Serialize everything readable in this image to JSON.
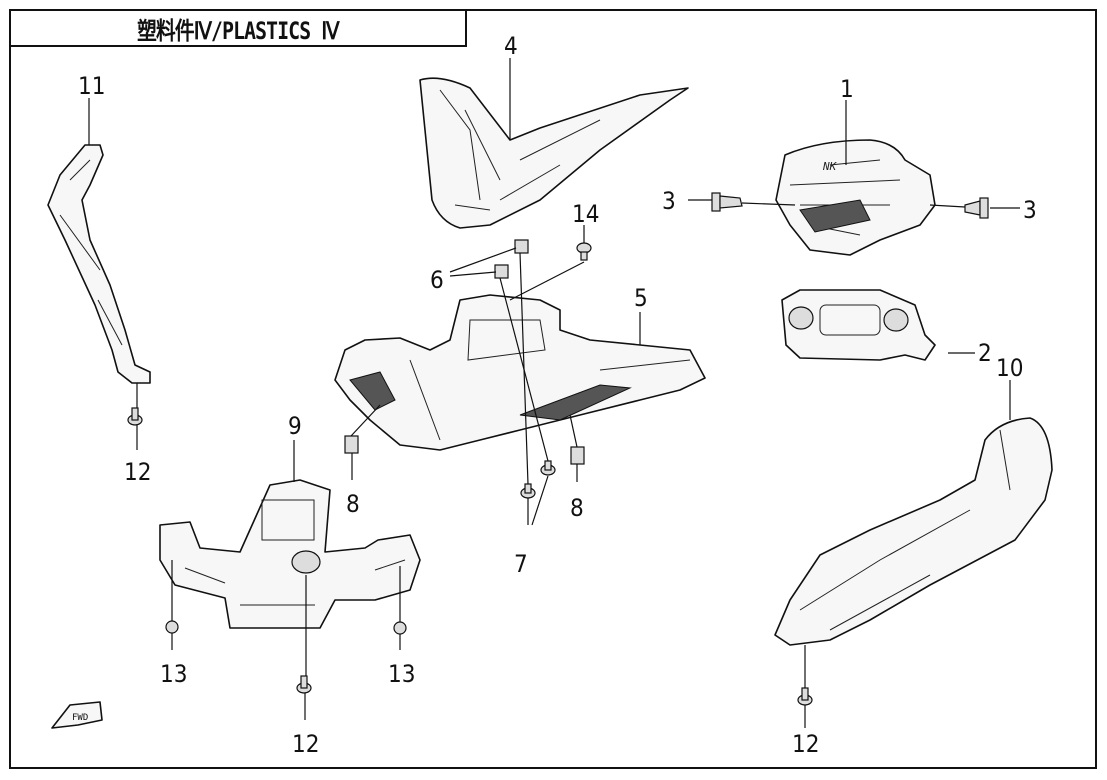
{
  "title": "塑料件Ⅳ/PLASTICS Ⅳ",
  "fwd_mark": "FWD",
  "callouts": [
    {
      "id": "c1",
      "label": "1"
    },
    {
      "id": "c2",
      "label": "2"
    },
    {
      "id": "c3a",
      "label": "3"
    },
    {
      "id": "c3b",
      "label": "3"
    },
    {
      "id": "c4",
      "label": "4"
    },
    {
      "id": "c5",
      "label": "5"
    },
    {
      "id": "c6",
      "label": "6"
    },
    {
      "id": "c7",
      "label": "7"
    },
    {
      "id": "c8a",
      "label": "8"
    },
    {
      "id": "c8b",
      "label": "8"
    },
    {
      "id": "c9",
      "label": "9"
    },
    {
      "id": "c10",
      "label": "10"
    },
    {
      "id": "c11",
      "label": "11"
    },
    {
      "id": "c12a",
      "label": "12"
    },
    {
      "id": "c12b",
      "label": "12"
    },
    {
      "id": "c12c",
      "label": "12"
    },
    {
      "id": "c13a",
      "label": "13"
    },
    {
      "id": "c13b",
      "label": "13"
    },
    {
      "id": "c14",
      "label": "14"
    }
  ]
}
